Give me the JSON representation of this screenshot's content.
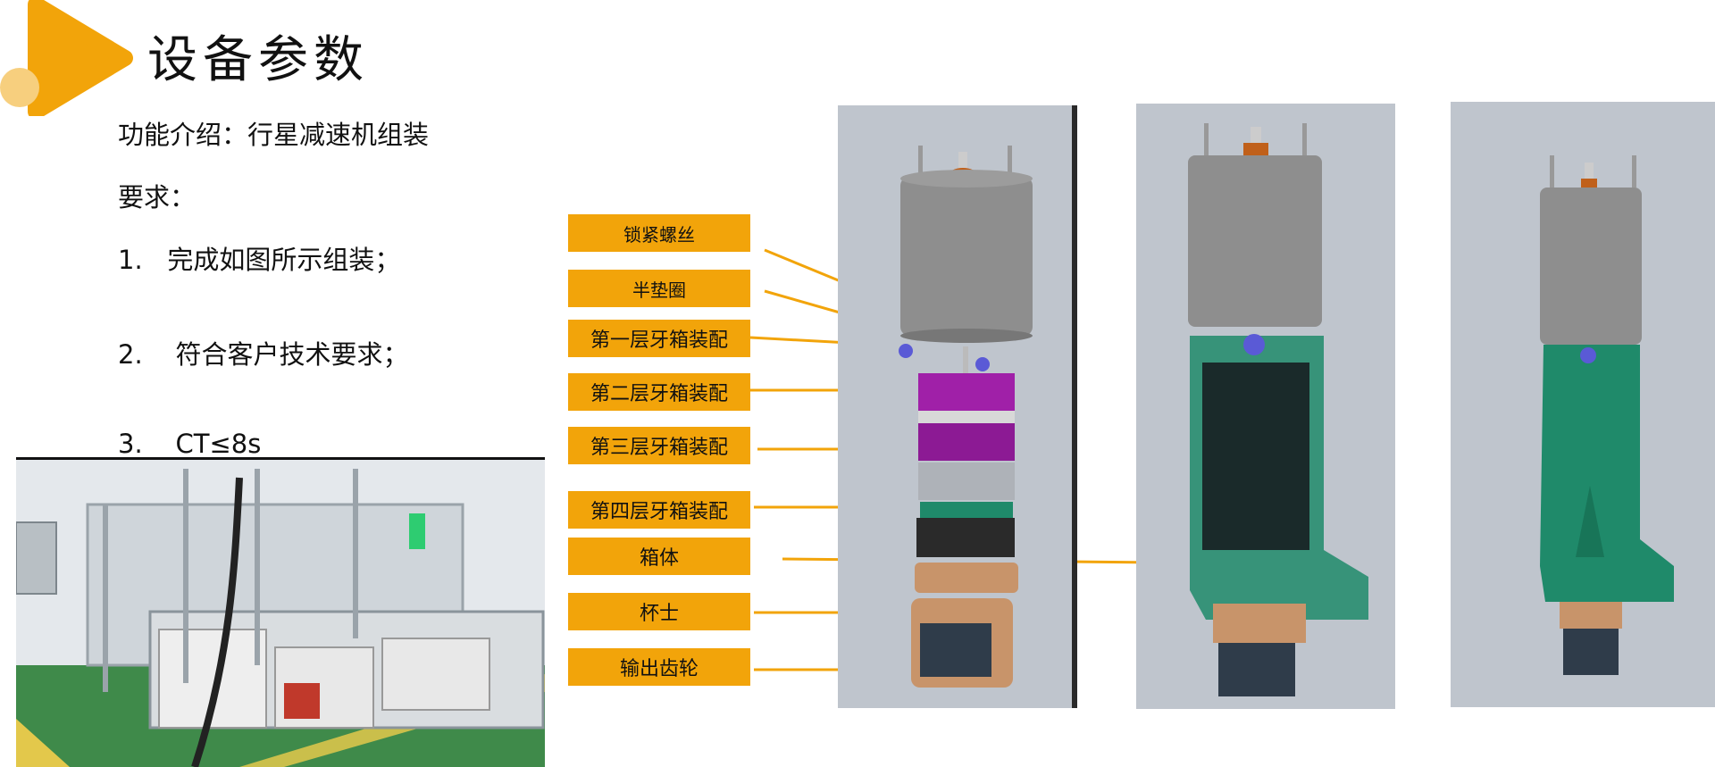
{
  "header": {
    "title": "设备参数",
    "accent_color": "#f2a40a"
  },
  "requirements": {
    "function": "功能介绍：行星减速机组装",
    "heading": "要求：",
    "items": [
      "1.   完成如图所示组装；",
      "2.    符合客户技术要求；",
      "3.    CT≤8s"
    ]
  },
  "callouts": [
    "锁紧螺丝",
    "半垫圈",
    "第一层牙箱装配",
    "第二层牙箱装配",
    "第三层牙箱装配",
    "第四层牙箱装配",
    "箱体",
    "杯士",
    "输出齿轮"
  ],
  "colors": {
    "label_bg": "#f2a40a",
    "leader_line": "#f2a40a",
    "motor_gray": "#8e8e8e",
    "gear_purple": "#a020a8",
    "housing_green": "#1f8a6a",
    "bushing_brown": "#c8946a",
    "panel_bg": "#bfc5cd"
  }
}
